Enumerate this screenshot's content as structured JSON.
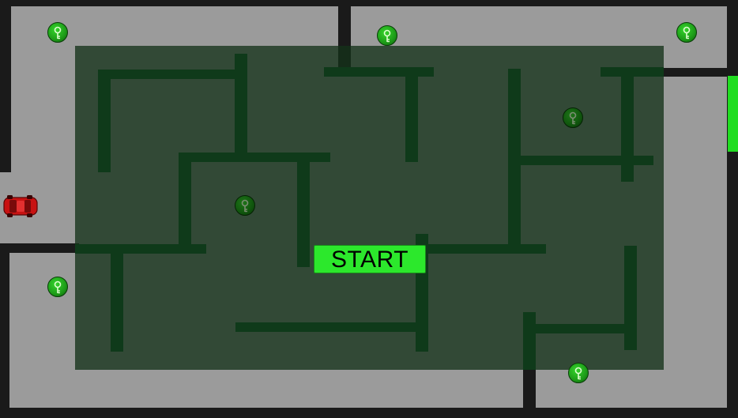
{
  "game": {
    "start_label": "START",
    "keys_total": 7,
    "colors": {
      "floor": "#9b9b9b",
      "walls": "#1a1a1a",
      "maze_overlay": "#143219",
      "start_button": "#2ce82c",
      "exit": "#22dd22",
      "key": "#1d9b18",
      "car": "#cc1414"
    },
    "icons": {
      "player": "red-car-icon",
      "collectible": "key-icon",
      "goal": "exit-marker"
    }
  }
}
